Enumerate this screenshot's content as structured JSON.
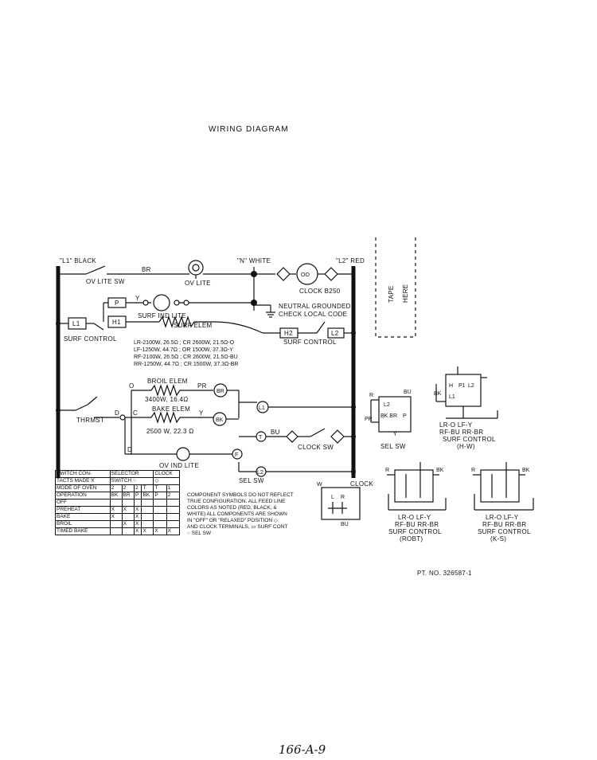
{
  "title": "WIRING DIAGRAM",
  "main": {
    "l1": "\"L1\" BLACK",
    "n": "\"N\" WHITE",
    "l2": "\"L2\" RED",
    "br": "BR",
    "ov_lite_sw": "OV LITE SW",
    "ov_lite": "OV LITE",
    "clock": "CLOCK B250",
    "neutral1": "NEUTRAL GROUNDED",
    "neutral2": "CHECK LOCAL CODE",
    "p": "P",
    "y": "Y",
    "surf_ind_lite": "SURF IND LITE",
    "surf_elem": "SURF ELEM",
    "l1_box": "L1",
    "h1_box": "H1",
    "h2_box": "H2",
    "l2_box": "L2",
    "surf_control_left": "SURF CONTROL",
    "surf_control_right": "SURF CONTROL",
    "elem_lines": [
      "LR-2100W, 26.5Ω ; CR 2600W, 21.5Ω-O",
      "LF-1250W, 44.7Ω ; OR 1500W, 37.3Ω-Y",
      "RF-2100W, 26.5Ω ; CR 2600W, 21.5Ω-BU",
      "RR-1250W, 44.7Ω ; CR 1500W, 37.3Ω-BR"
    ],
    "broil_elem": "BROIL ELEM",
    "broil_spec": "3400W, 16.4Ω",
    "bake_elem": "BAKE ELEM",
    "bake_spec": "2500 W, 22.3 Ω",
    "pr": "PR",
    "o1": "O",
    "c1": "C",
    "d1": "D",
    "d2": "D",
    "y2": "Y",
    "bu": "BU",
    "thrmst": "THRMST",
    "br_circle": "BR",
    "bk_circle": "BK",
    "f_circle": "F",
    "t_circle": "T",
    "l1_circle": "L1",
    "l2_circle": "L2",
    "clock_sw": "CLOCK SW",
    "ov_ind_lite": "OV IND LITE",
    "sel_sw_bottom": "SEL SW",
    "tape1": "TAPE",
    "tape2": "HERE"
  },
  "table": {
    "h1": "SWITCH CON-",
    "h2": "TACTS MADE",
    "h3": "X",
    "h_selector": "SELECTOR",
    "h_switch": "SWITCH",
    "h_clock": "CLOCK",
    "mode1": "MODE OF OVEN",
    "mode2": "OPERATION",
    "cols_top": [
      "2",
      "2",
      "2",
      "T",
      "T",
      "1"
    ],
    "cols_bot": [
      "BK",
      "BR",
      "P",
      "BK",
      "P",
      "2"
    ],
    "rows": [
      {
        "name": "OFF",
        "cells": [
          "",
          "",
          "",
          "",
          "",
          ""
        ]
      },
      {
        "name": "PREHEAT",
        "cells": [
          "X",
          "X",
          "X",
          "",
          "",
          ""
        ]
      },
      {
        "name": "BAKE",
        "cells": [
          "X",
          "",
          "X",
          "",
          "",
          ""
        ]
      },
      {
        "name": "BROIL",
        "cells": [
          "",
          "X",
          "X",
          "",
          "",
          ""
        ]
      },
      {
        "name": "TIMED BAKE",
        "cells": [
          "",
          "",
          "X",
          "X",
          "X",
          "X"
        ]
      }
    ]
  },
  "notes": [
    "COMPONENT SYMBOLS DO NOT REFLECT",
    "TRUE CONFIGURATION.  ALL FEED LINE",
    "COLORS AS NOTED (RED, BLACK, &",
    "WHITE)  ALL COMPONENTS ARE SHOWN",
    "IN \"OFF\" OR \"RELAXED\" POSITION  ◇",
    "AND CLOCK TERMINALS,  ▭ SURF CONT",
    "○ SEL SW"
  ],
  "clock_box": {
    "label": "CLOCK",
    "w": "W",
    "l": "L",
    "r": "R",
    "bu": "BU"
  },
  "sel_sw": {
    "label": "SEL SW",
    "r": "R",
    "bu": "BU",
    "l2": "L2",
    "pr": "PR",
    "bkbr": "BK BR",
    "bk": "BK",
    "p": "P",
    "y": "Y"
  },
  "hw": {
    "label1": "LR-O  LF-Y",
    "label2": "RF-BU  RR-BR",
    "label3": "SURF CONTROL",
    "label4": "(H-W)",
    "bk": "BK",
    "h": "H",
    "pl": "P1",
    "l2": "L2",
    "l1": "L1"
  },
  "robt": {
    "label1": "LR-O  LF-Y",
    "label2": "RF-BU  RR-BR",
    "label3": "SURF CONTROL",
    "label4": "(ROBT)",
    "bk": "BK",
    "r": "R"
  },
  "ks": {
    "label1": "LR-O  LF-Y",
    "label2": "RF-BU  RR-BR",
    "label3": "SURF CONTROL",
    "label4": "(K-S)",
    "bk": "BK",
    "r": "R"
  },
  "part_no": "PT. NO. 326587-1",
  "handwritten": "166-A-9"
}
